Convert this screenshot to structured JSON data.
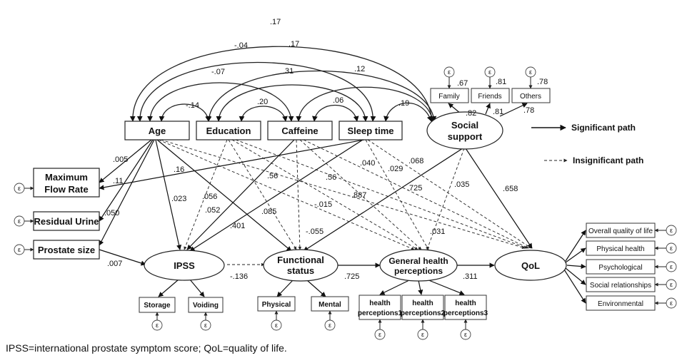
{
  "observed": {
    "age": "Age",
    "education": "Education",
    "caffeine": "Caffeine",
    "sleep": "Sleep time",
    "max_flow": [
      "Maximum",
      "Flow Rate"
    ],
    "residual": "Residual Urine",
    "prostate": "Prostate size"
  },
  "latent": {
    "social": [
      "Social",
      "support"
    ],
    "ipss": "IPSS",
    "functional": [
      "Functional",
      "status"
    ],
    "general": [
      "General health",
      "perceptions"
    ],
    "qol": "QoL"
  },
  "indicators": {
    "social": [
      {
        "label": "Family",
        "loading": ".82",
        "err": ".67"
      },
      {
        "label": "Friends",
        "loading": ".81",
        "err": ".81"
      },
      {
        "label": "Others",
        "loading": ".78",
        "err": ".78"
      }
    ],
    "ipss": [
      "Storage",
      "Voiding"
    ],
    "functional": [
      "Physical",
      "Mental"
    ],
    "general": [
      [
        "health",
        "perceptions1"
      ],
      [
        "health",
        "perceptions2"
      ],
      [
        "health",
        "perceptions3"
      ]
    ],
    "qol": [
      "Overall quality of life",
      "Physical health",
      "Psychological",
      "Social relationships",
      "Environmental"
    ]
  },
  "error_symbol": "ε",
  "covariances": {
    "age_social": ".17",
    "age_others": "-.04",
    "edu_social": ".17",
    "age_sleep": "-.07",
    "edu_sleep": ".31",
    "caf_social": ".12",
    "age_edu": "-.14",
    "edu_caf": ".20",
    "caf_sleep": ".06",
    "sleep_social": ".19"
  },
  "paths": {
    "age_maxflow": ".005",
    "sleep_maxflow": ".11",
    "age_residual": ".050",
    "prostate_ipss": ".007",
    "age_ipss": ".023",
    "age_functional": ".16",
    "caf_ipss": ".056",
    "edu_ipss": ".052",
    "sleep_ipss": ".401",
    "edu_functional": ".085",
    "caf_functional": "-.055",
    "age_general": ".56",
    "edu_general": ".56",
    "caf_general": ".887",
    "age_qol": "-.015",
    "sleep_general": ".040",
    "caf_qol": ".725",
    "sleep_qol": ".068",
    "edu_qol": ".029",
    "social_general": ".035",
    "social_ipss": ".031",
    "social_qol": ".658",
    "ipss_functional": "-.136",
    "functional_general": ".725",
    "general_qol": ".311"
  },
  "legend": {
    "significant": "Significant path",
    "insignificant": "Insignificant path"
  },
  "caption": "IPSS=international prostate symptom score; QoL=quality of life."
}
